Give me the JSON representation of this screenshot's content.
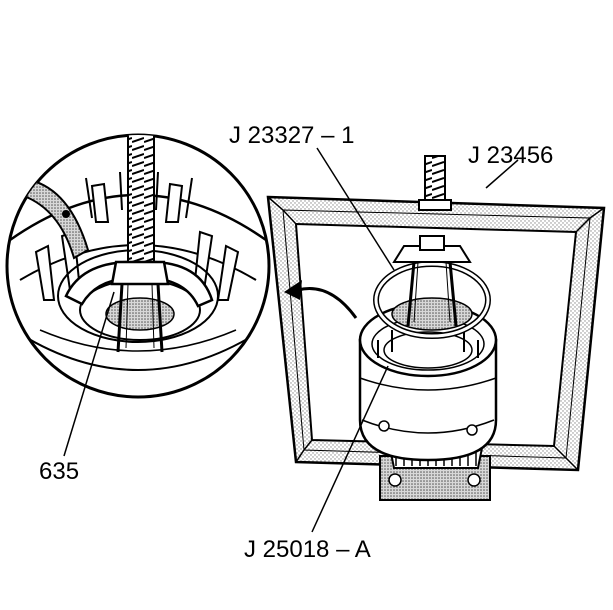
{
  "labels": {
    "tool_adapter": "J 23327 – 1",
    "holding_fixture": "J 23456",
    "part_number": "635",
    "spring_compressor": "J 25018 – A"
  },
  "colors": {
    "ink": "#000000",
    "paper": "#ffffff",
    "stipple": "#9a9a9a"
  }
}
